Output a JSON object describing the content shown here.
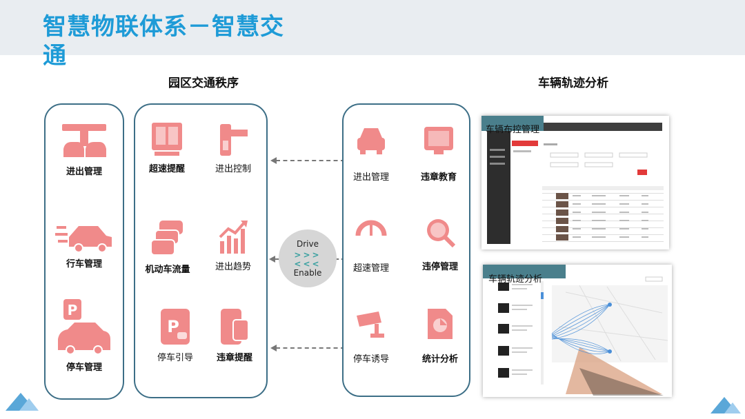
{
  "title": "智慧物联体系－智慧交通",
  "sections": {
    "left_title": "园区交通秩序",
    "right_title": "车辆轨迹分析"
  },
  "panel1": {
    "items": [
      {
        "label": "进出管理",
        "icon": "gate-car-icon"
      },
      {
        "label": "行车管理",
        "icon": "moving-car-icon"
      },
      {
        "label": "停车管理",
        "icon": "parking-car-icon"
      }
    ]
  },
  "panel2": {
    "items": [
      {
        "label": "超速提醒",
        "icon": "speed-camera-icon"
      },
      {
        "label": "进出控制",
        "icon": "barrier-gate-icon"
      },
      {
        "label": "机动车流量",
        "icon": "traffic-flow-icon"
      },
      {
        "label": "进出趋势",
        "icon": "trend-chart-icon"
      },
      {
        "label": "停车引导",
        "icon": "parking-sign-icon"
      },
      {
        "label": "违章提醒",
        "icon": "phone-alert-icon"
      }
    ]
  },
  "panel3": {
    "items": [
      {
        "label": "进出管理",
        "icon": "car-front-icon"
      },
      {
        "label": "违章教育",
        "icon": "screen-education-icon"
      },
      {
        "label": "超速管理",
        "icon": "speedometer-icon"
      },
      {
        "label": "违停管理",
        "icon": "magnifier-violation-icon"
      },
      {
        "label": "停车诱导",
        "icon": "cctv-camera-icon"
      },
      {
        "label": "统计分析",
        "icon": "report-document-icon"
      }
    ]
  },
  "hub": {
    "top": "Drive",
    "chevrons_top": ">>>",
    "chevrons_bottom": "<<<",
    "bottom": "Enable"
  },
  "screenshots": {
    "top_label": "车辆布控管理",
    "bottom_label": "车辆轨迹分析"
  },
  "colors": {
    "title": "#1e9bd7",
    "icon": "#f08a8a",
    "panel_border": "#3c6e86",
    "accent": "#e23a3a"
  }
}
